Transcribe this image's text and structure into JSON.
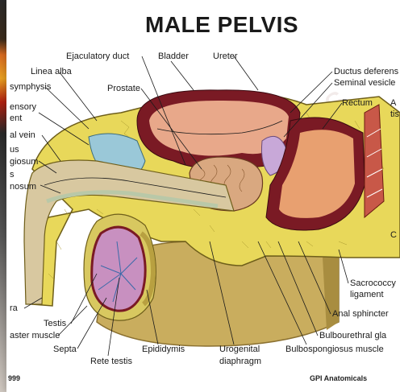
{
  "title": "MALE PELVIS",
  "labels": {
    "ejaculatory_duct": "Ejaculatory duct",
    "bladder": "Bladder",
    "ureter": "Ureter",
    "ductus_deferens": "Ductus deferens",
    "seminal_vesicle": "Seminal vesicle",
    "linea_alba": "Linea alba",
    "symphysis": "symphysis",
    "prostate": "Prostate",
    "rectum": "Rectum",
    "right_edge_a": "A",
    "right_edge_tis": "tis",
    "ensory": "ensory",
    "ent": "ent",
    "al_vein": "al vein",
    "us": "us",
    "giosum": "giosum",
    "s": "s",
    "nosum": "nosum",
    "right_edge_c": "C",
    "sacrococcygeal": "Sacrococcy",
    "ligament": "ligament",
    "ra": "ra",
    "testis": "Testis",
    "aster_muscle": "aster muscle",
    "anal_sphincter": "Anal sphincter",
    "bulbourethral_gland": "Bulbourethral gla",
    "septa": "Septa",
    "rete_testis": "Rete testis",
    "epididymis": "Epididymis",
    "urogenital": "Urogenital",
    "diaphragm": "diaphragm",
    "bulbospongiosus_muscle": "Bulbospongiosus muscle"
  },
  "footer": {
    "left_code": "999",
    "brand": "GPI Anatomicals"
  },
  "watermark": "images"
}
